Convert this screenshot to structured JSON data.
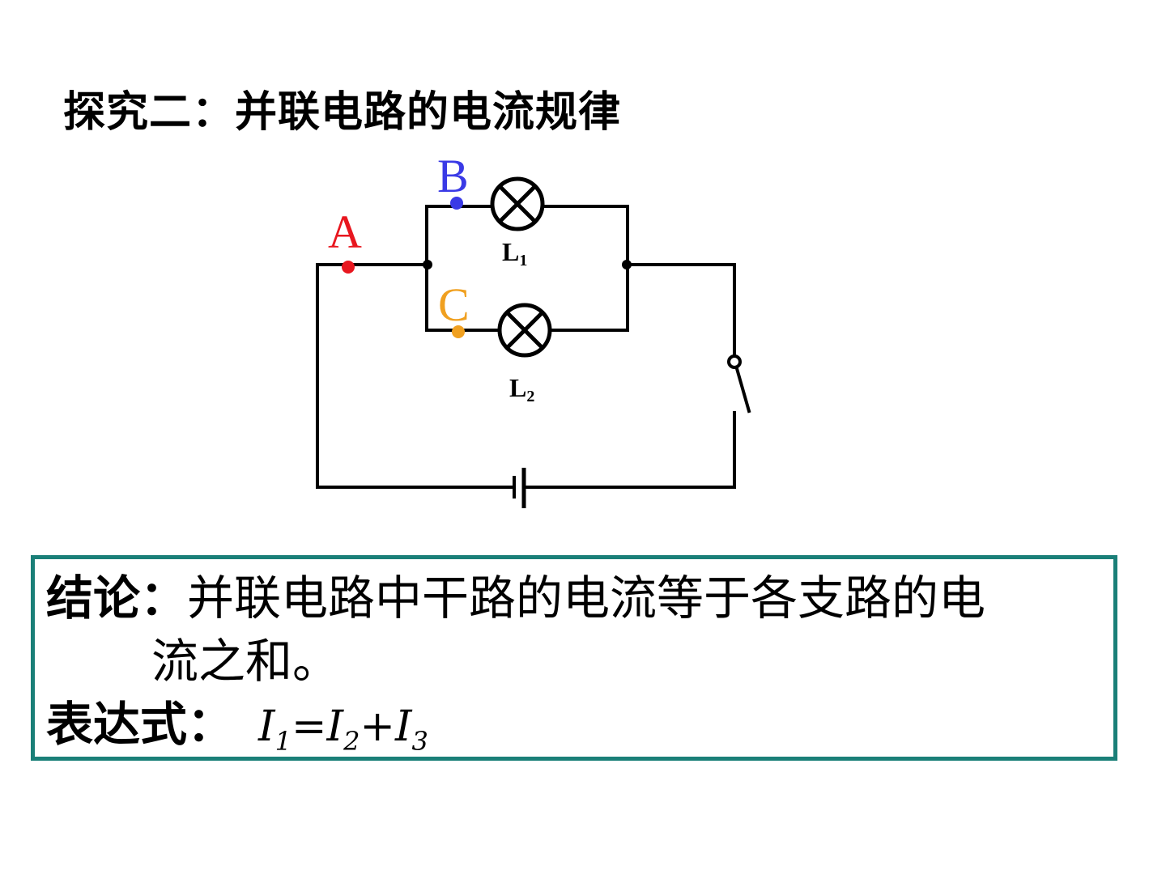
{
  "title": "探究二：并联电路的电流规律",
  "circuit": {
    "point_a": "A",
    "point_b": "B",
    "point_c": "C",
    "lamp1": {
      "letter": "L",
      "sub": "1"
    },
    "lamp2": {
      "letter": "L",
      "sub": "2"
    },
    "colors": {
      "wire": "#000000",
      "point_a": "#e8171f",
      "point_b": "#3a3ae6",
      "point_c": "#f0a020"
    }
  },
  "conclusion": {
    "label": "结论",
    "colon": "：",
    "text_line1": "并联电路中干路的电流等于各支路的电",
    "text_line2": "流之和。",
    "border_color": "#1a7f78"
  },
  "expression": {
    "label": "表达式",
    "colon": "：",
    "formula": [
      {
        "sym": "I",
        "sub": "1"
      },
      {
        "op": "="
      },
      {
        "sym": "I",
        "sub": "2"
      },
      {
        "op": "+"
      },
      {
        "sym": "I",
        "sub": "3"
      }
    ]
  }
}
